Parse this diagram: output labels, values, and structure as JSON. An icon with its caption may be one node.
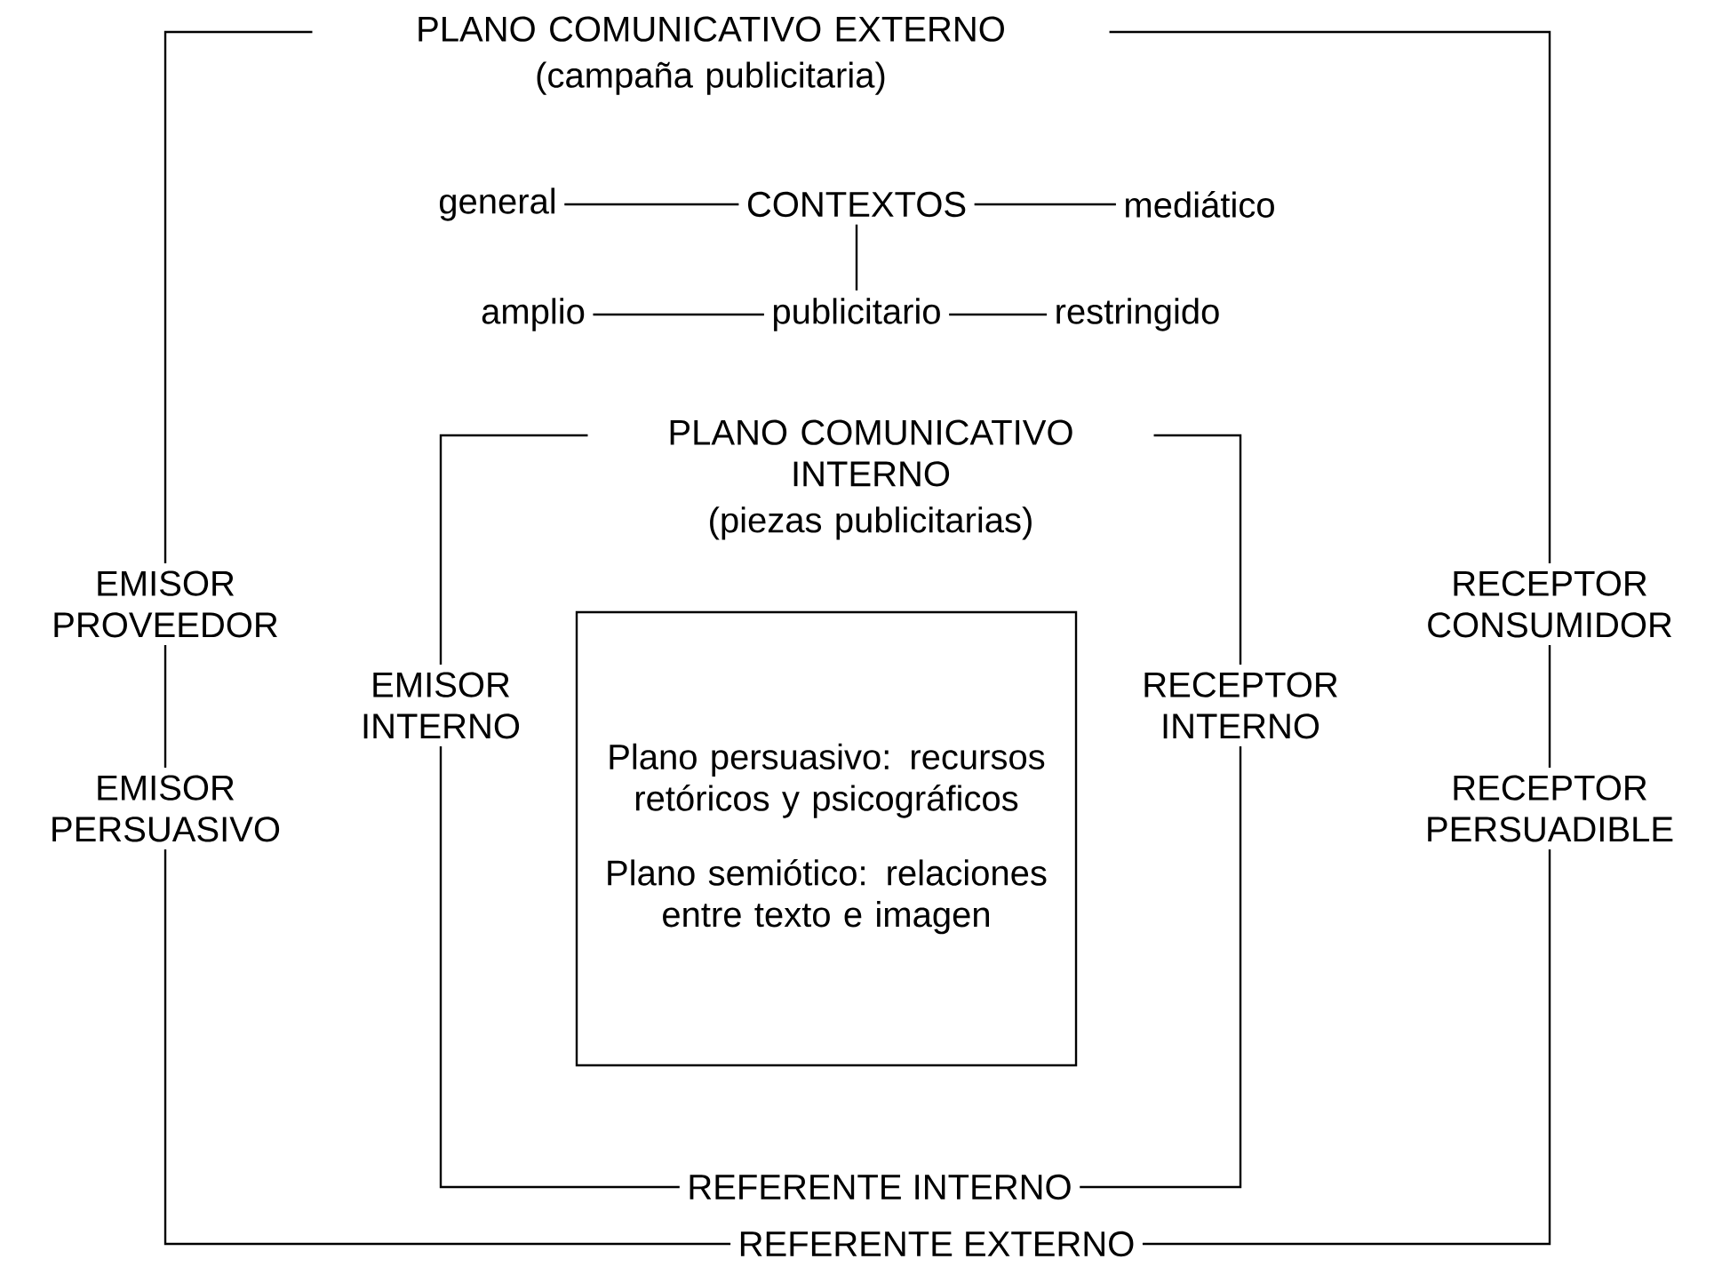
{
  "diagram": {
    "nodes": [
      {
        "text": [
          "PLANO COMUNICATIVO EXTERNO",
          "(campaña publicitaria)"
        ]
      },
      {
        "text": [
          "CONTEXTOS"
        ]
      },
      {
        "text": [
          "general"
        ]
      },
      {
        "text": [
          "mediático"
        ]
      },
      {
        "text": [
          "publicitario"
        ]
      },
      {
        "text": [
          "amplio"
        ]
      },
      {
        "text": [
          "restringido"
        ]
      },
      {
        "text": [
          "PLANO COMUNICATIVO INTERNO",
          "(piezas publicitarias)"
        ]
      },
      {
        "text": [
          "EMISOR PROVEEDOR"
        ]
      },
      {
        "text": [
          "EMISOR INTERNO"
        ]
      },
      {
        "text": [
          "EMISOR PERSUASIVO"
        ]
      },
      {
        "text": [
          "Plano persuasivo: recursos retóricos y psicográficos",
          "Plano semiótico: relaciones entre texto e imagen"
        ]
      },
      {
        "text": [
          "RECEPTOR INTERNO"
        ]
      },
      {
        "text": [
          "RECEPTOR CONSUMIDOR"
        ]
      },
      {
        "text": [
          "RECEPTOR PERSUADIBLE"
        ]
      },
      {
        "text": [
          "REFERENTE INTERNO"
        ]
      },
      {
        "text": [
          "REFERENTE EXTERNO"
        ]
      }
    ],
    "edges": [
      {
        "from": 0,
        "to": 8,
        "arrow": "none"
      },
      {
        "from": 0,
        "to": 13,
        "arrow": "none"
      },
      {
        "from": 8,
        "to": 10,
        "arrow": "none"
      },
      {
        "from": 13,
        "to": 14,
        "arrow": "none"
      },
      {
        "from": 10,
        "to": 16,
        "arrow": "none"
      },
      {
        "from": 14,
        "to": 16,
        "arrow": "none"
      },
      {
        "from": 7,
        "to": 9,
        "arrow": "none"
      },
      {
        "from": 7,
        "to": 12,
        "arrow": "none"
      },
      {
        "from": 9,
        "to": 15,
        "arrow": "none"
      },
      {
        "from": 12,
        "to": 15,
        "arrow": "none"
      },
      {
        "from": 2,
        "to": 1,
        "arrow": "none"
      },
      {
        "from": 1,
        "to": 3,
        "arrow": "none"
      },
      {
        "from": 1,
        "to": 4,
        "arrow": "none"
      },
      {
        "from": 5,
        "to": 4,
        "arrow": "none"
      },
      {
        "from": 4,
        "to": 6,
        "arrow": "none"
      }
    ]
  }
}
